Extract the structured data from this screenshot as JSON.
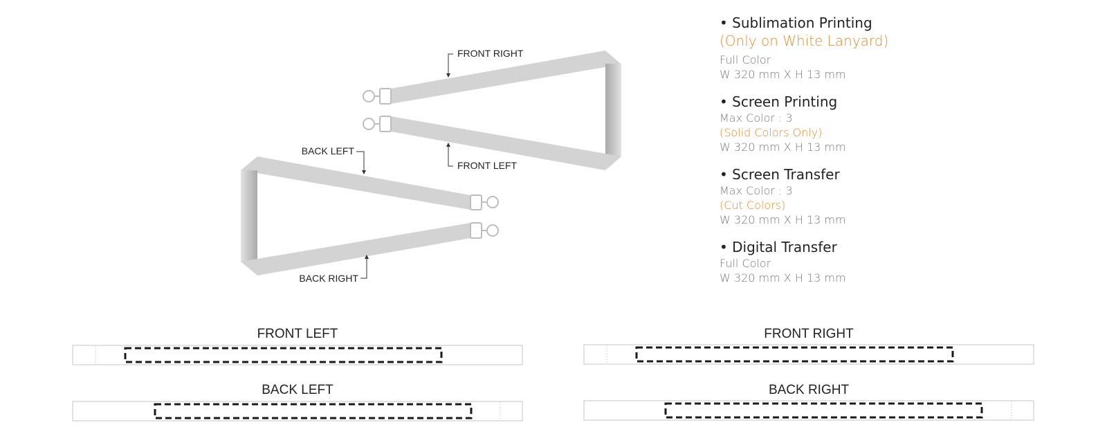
{
  "colors": {
    "accent": "#e58a30",
    "lanyard_light": "#d3d3d3",
    "lanyard_dark": "#b6b6b6",
    "hook": "#bfbfbf",
    "dash": "#1a1a1a",
    "strip_border": "#bdbdbd"
  },
  "lanyard_labels": {
    "front_right": "FRONT RIGHT",
    "front_left": "FRONT LEFT",
    "back_left": "BACK LEFT",
    "back_right": "BACK RIGHT"
  },
  "specs": [
    {
      "heading": "• Sublimation Printing",
      "lines": [
        {
          "text": "(Only on White Lanyard)",
          "accent": true
        },
        {
          "text": "Full Color",
          "accent": false
        },
        {
          "text": "W 320 mm X H 13 mm",
          "accent": false
        }
      ]
    },
    {
      "heading": "• Screen Printing",
      "lines": [
        {
          "text": "Max Color : 3",
          "accent": false
        },
        {
          "text": "(Solid Colors Only)",
          "accent": true
        },
        {
          "text": "W 320 mm X H 13 mm",
          "accent": false
        }
      ]
    },
    {
      "heading": "• Screen Transfer",
      "lines": [
        {
          "text": "Max Color : 3",
          "accent": false
        },
        {
          "text": "(Cut Colors)",
          "accent": true
        },
        {
          "text": "W 320 mm X H 13 mm",
          "accent": false
        }
      ]
    },
    {
      "heading": "• Digital Transfer",
      "lines": [
        {
          "text": "Full Color",
          "accent": false
        },
        {
          "text": "W 320 mm X H 13 mm",
          "accent": false
        }
      ]
    }
  ],
  "strips": {
    "front_left": "FRONT LEFT",
    "front_right": "FRONT RIGHT",
    "back_left": "BACK LEFT",
    "back_right": "BACK RIGHT"
  }
}
